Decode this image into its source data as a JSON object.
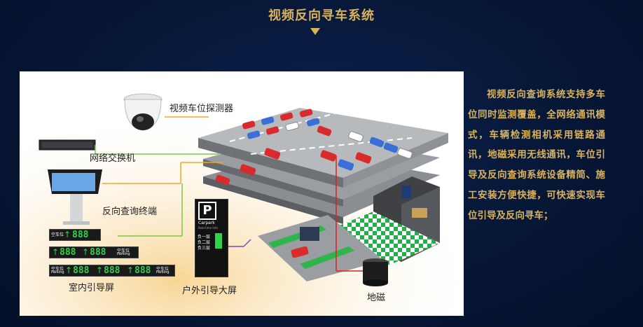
{
  "header": {
    "title": "视频反向寻车系统"
  },
  "labels": {
    "camera": "视频车位探测器",
    "switch": "网络交换机",
    "terminal": "反向查询终端",
    "indoor_screen": "室内引导屏",
    "outdoor_screen": "户外引导大屏",
    "magnet": "地磁"
  },
  "indoor_screens": {
    "row1": "空车位",
    "digits": "888",
    "parking_tag": "空车位",
    "parking_sub": "Parking"
  },
  "outdoor_sign": {
    "letter": "P",
    "name": "Carpark",
    "sub": "Real-time Info",
    "floors": [
      "负一层",
      "负二层",
      "负三层"
    ]
  },
  "description": "视频反向查询系统支持多车位同时监测覆盖，全网络通讯模式，车辆检测相机采用链路通讯，地磁采用无线通讯，车位引导及反向查询系统设备精简、施工安装方便快捷，可快速实现车位引导及反向寻车；",
  "colors": {
    "gold": "#d9b25a",
    "background": "#061635",
    "led_green": "#2fd24a",
    "line_orange": "#f5a623",
    "line_green": "#7ac943",
    "line_purple": "#8e44ad",
    "line_red": "#e02020"
  }
}
